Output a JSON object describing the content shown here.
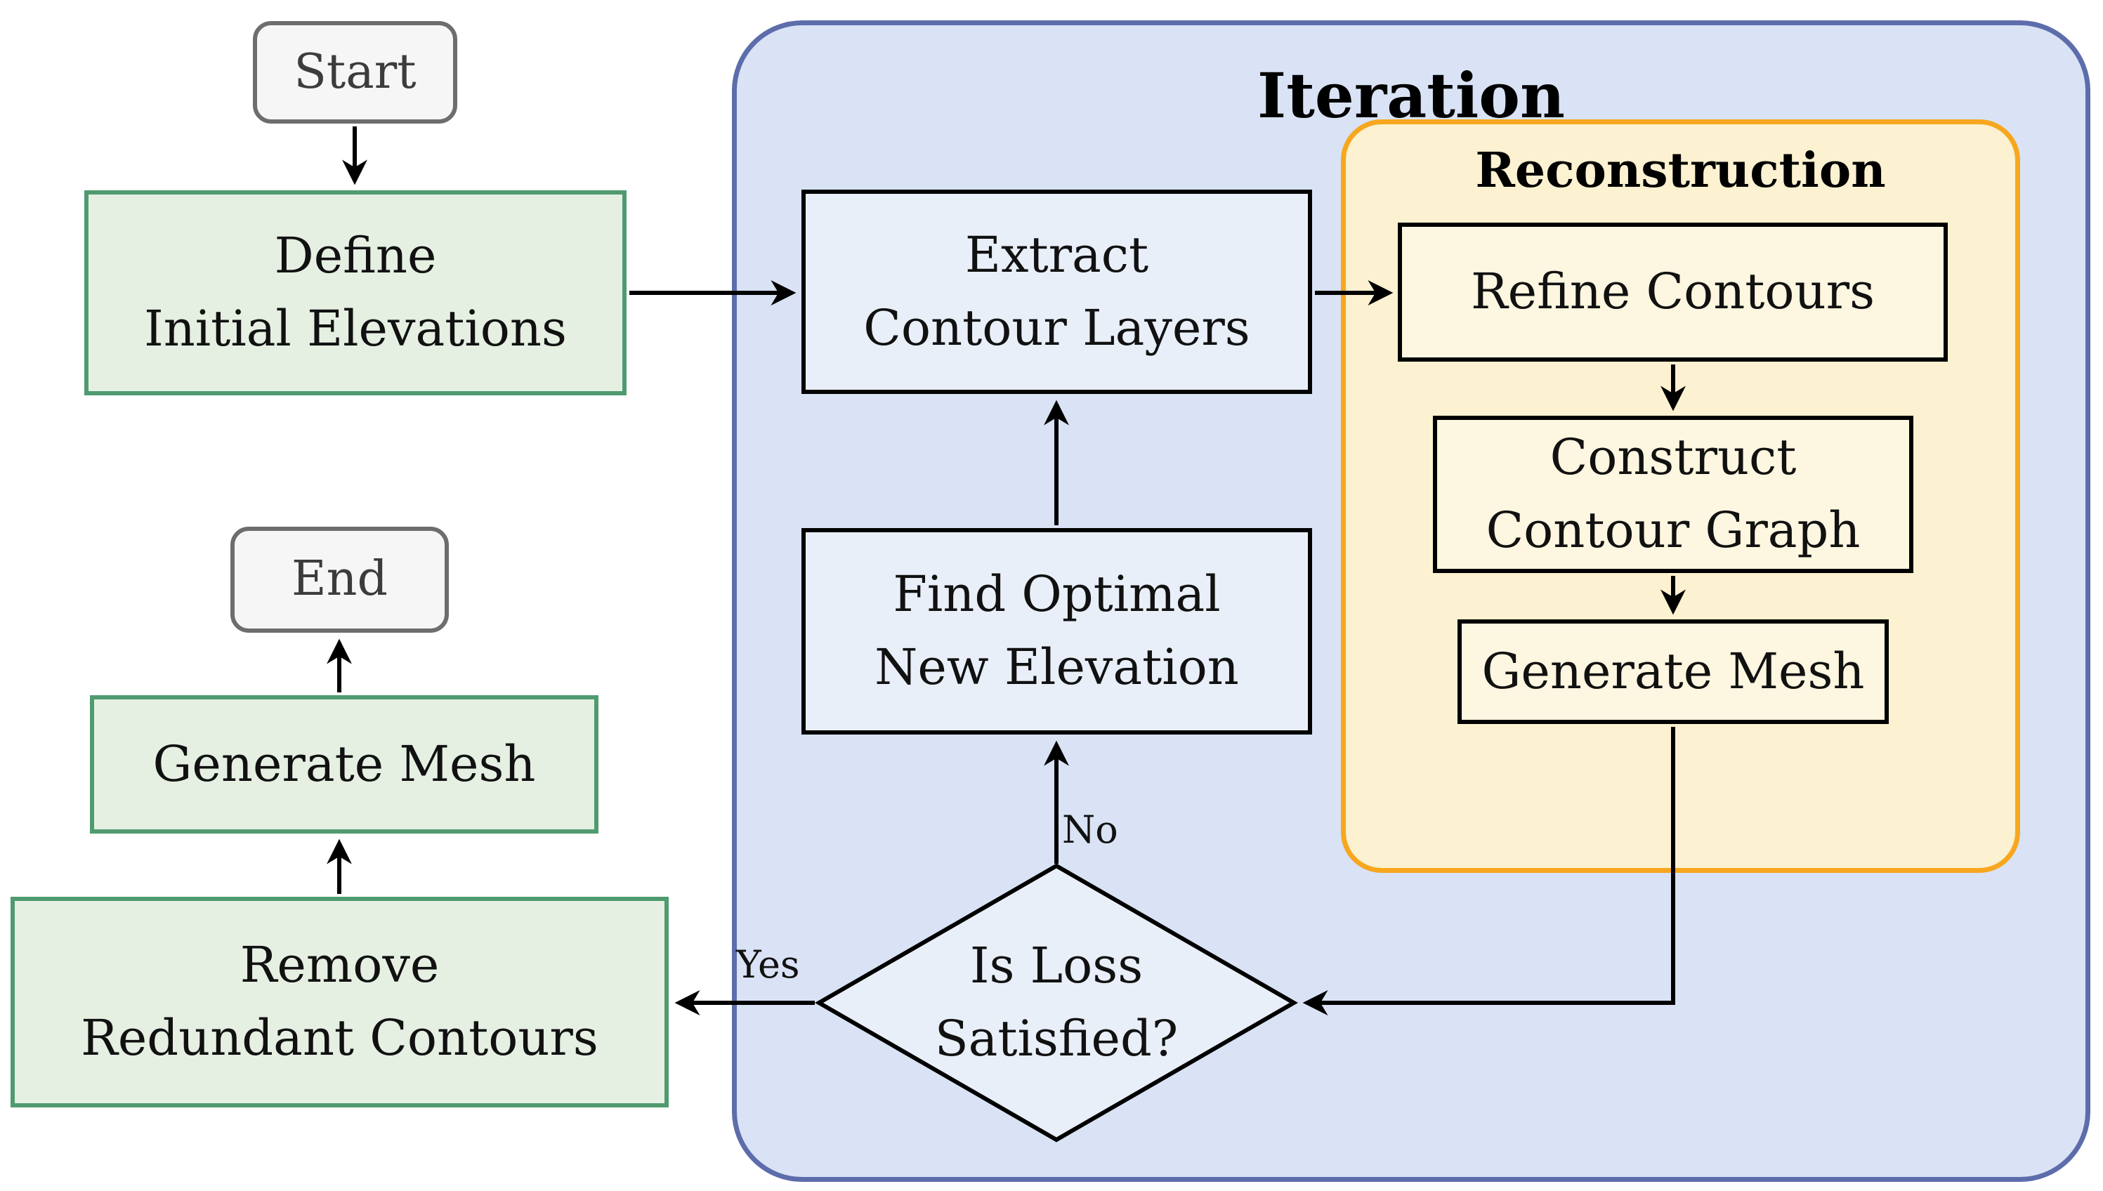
{
  "containers": {
    "iteration": {
      "label": "Iteration"
    },
    "reconstruction": {
      "label": "Reconstruction"
    }
  },
  "nodes": {
    "start": {
      "label": "Start"
    },
    "define_initial_elevations": {
      "line1": "Define",
      "line2": "Initial Elevations"
    },
    "extract_contour_layers": {
      "line1": "Extract",
      "line2": "Contour Layers"
    },
    "refine_contours": {
      "label": "Refine Contours"
    },
    "construct_contour_graph": {
      "line1": "Construct",
      "line2": "Contour Graph"
    },
    "generate_mesh_reconstruction": {
      "label": "Generate Mesh"
    },
    "find_optimal_new_elevation": {
      "line1": "Find Optimal",
      "line2": "New Elevation"
    },
    "is_loss_satisfied": {
      "line1": "Is Loss",
      "line2": "Satisfied?"
    },
    "remove_redundant_contours": {
      "line1": "Remove",
      "line2": "Redundant Contours"
    },
    "generate_mesh_final": {
      "label": "Generate Mesh"
    },
    "end": {
      "label": "End"
    }
  },
  "edge_labels": {
    "yes": "Yes",
    "no": "No"
  },
  "colors": {
    "green_border": "#4f9b6f",
    "green_fill": "#e5f0e3",
    "gray_border": "#6d6d6d",
    "gray_fill": "#f6f6f6",
    "iteration_border": "#5d6dab",
    "iteration_fill": "#d9e3f5",
    "reconstruction_border": "#f7a71f",
    "reconstruction_fill": "#fcf1d0",
    "process_blue_fill": "#e9eff9",
    "process_yellow_fill": "#fdf6e0",
    "line_color": "#000000"
  }
}
